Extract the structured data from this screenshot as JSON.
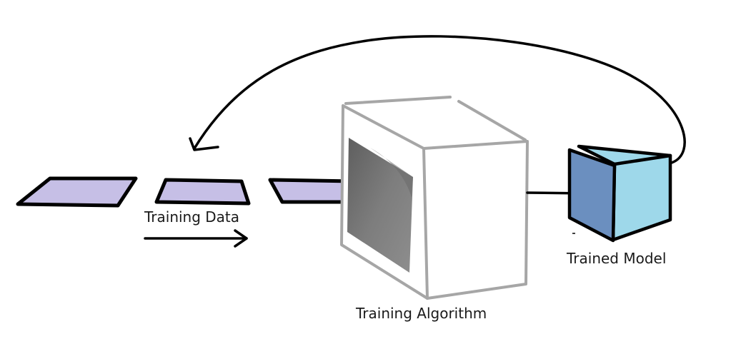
{
  "labels": {
    "training_data": "Training Data",
    "training_algorithm": "Training Algorithm",
    "trained_model": "Trained Model"
  },
  "colors": {
    "data_sheet_fill": "#c6bfe6",
    "outline": "#000000",
    "algorithm_box_stroke": "#a6a6a6",
    "algorithm_box_fill": "#ffffff",
    "algorithm_window": "#7a7a7a",
    "model_front_face": "#6b8fbf",
    "model_side_face": "#9ed8ea"
  },
  "icons": {
    "data_sheets": "parallelogram-sheet-icon",
    "algorithm": "open-box-icon",
    "model": "cube-icon"
  }
}
